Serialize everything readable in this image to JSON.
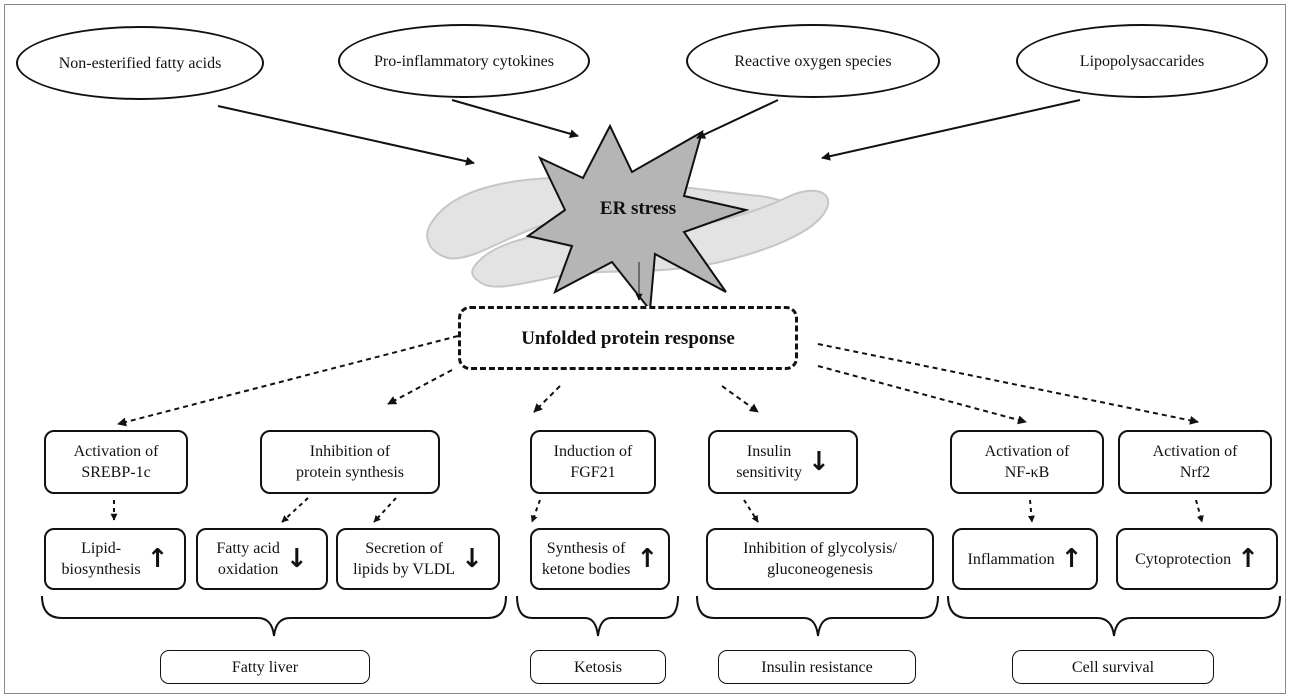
{
  "inputs": [
    "Non-esterified fatty acids",
    "Pro-inflammatory cytokines",
    "Reactive oxygen species",
    "Lipopolysaccarides"
  ],
  "central": {
    "er_stress": "ER stress",
    "upr": "Unfolded protein response"
  },
  "mechanisms": {
    "srebp": [
      "Activation of",
      "SREBP-1c"
    ],
    "protein": [
      "Inhibition of",
      "protein synthesis"
    ],
    "fgf21": [
      "Induction of",
      "FGF21"
    ],
    "insulin": [
      "Insulin",
      "sensitivity"
    ],
    "nfkb": [
      "Activation of",
      "NF-κB"
    ],
    "nrf2": [
      "Activation of",
      "Nrf2"
    ]
  },
  "effects": {
    "lipid": [
      "Lipid-",
      "biosynthesis"
    ],
    "fao": [
      "Fatty acid",
      "oxidation"
    ],
    "vldl": [
      "Secretion of",
      "lipids by VLDL"
    ],
    "ketone": [
      "Synthesis of",
      "ketone bodies"
    ],
    "glyco": [
      "Inhibition of glycolysis/",
      "gluconeogenesis"
    ],
    "inflam": "Inflammation",
    "cyto": "Cytoprotection"
  },
  "arrows": {
    "up": "↑",
    "down": "↓"
  },
  "outcomes": [
    "Fatty liver",
    "Ketosis",
    "Insulin resistance",
    "Cell survival"
  ],
  "colors": {
    "line": "#111111",
    "starfill": "#b5b5b5",
    "er_shape": "#e3e3e3",
    "er_edge": "#c6c6c6"
  }
}
